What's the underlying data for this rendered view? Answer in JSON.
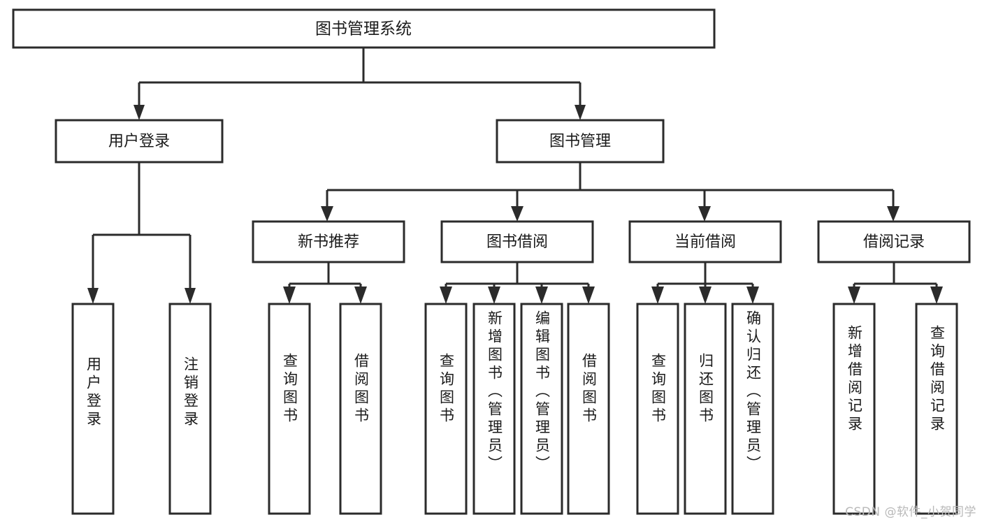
{
  "diagram": {
    "title": "图书管理系统",
    "watermark": "CSDN @软件_小贺同学",
    "type": "tree-hierarchy-chart",
    "colors": {
      "stroke": "#2b2b2b",
      "box_fill": "#ffffff",
      "text": "#1a1a1a",
      "background": "#ffffff",
      "watermark": "#b9b9b9"
    },
    "root": {
      "label": "图书管理系统"
    },
    "level2": [
      {
        "label": "用户登录"
      },
      {
        "label": "图书管理"
      }
    ],
    "level3": [
      {
        "label": "新书推荐"
      },
      {
        "label": "图书借阅"
      },
      {
        "label": "当前借阅"
      },
      {
        "label": "借阅记录"
      }
    ],
    "leaves": {
      "user_login": [
        {
          "label": "用户登录"
        },
        {
          "label": "注销登录"
        }
      ],
      "new_book_recommend": [
        {
          "label": "查询图书"
        },
        {
          "label": "借阅图书"
        }
      ],
      "book_borrow": [
        {
          "label": "查询图书"
        },
        {
          "label": "新增图书（管理员）"
        },
        {
          "label": "编辑图书（管理员）"
        },
        {
          "label": "借阅图书"
        }
      ],
      "current_borrow": [
        {
          "label": "查询图书"
        },
        {
          "label": "归还图书"
        },
        {
          "label": "确认归还（管理员）"
        }
      ],
      "borrow_records": [
        {
          "label": "新增借阅记录"
        },
        {
          "label": "查询借阅记录"
        }
      ]
    }
  }
}
